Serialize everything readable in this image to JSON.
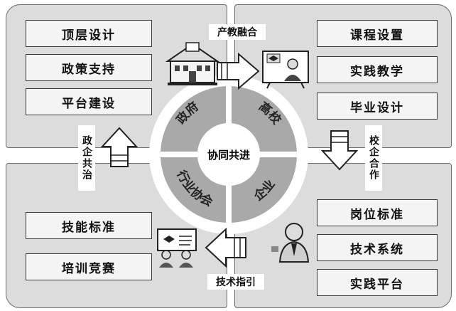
{
  "top_left_boxes": [
    "顶层设计",
    "政策支持",
    "平台建设"
  ],
  "top_right_boxes": [
    "课程设置",
    "实践教学",
    "毕业设计"
  ],
  "bottom_left_boxes": [
    "技能标准",
    "培训竞赛"
  ],
  "bottom_right_boxes": [
    "岗位标准",
    "技术系统",
    "实践平台"
  ],
  "label_top": "产教融合",
  "label_bottom": "技术指引",
  "label_left": "政企共治",
  "label_right": "校企合作",
  "center": "协同共进",
  "ring": {
    "government": "政府",
    "university": "高校",
    "enterprise": "企业",
    "association": "行业协会"
  },
  "colors": {
    "quad_fill": "#dcdcdc",
    "ring_fill": "#a9a9a9",
    "center_fill": "#ffffff"
  }
}
